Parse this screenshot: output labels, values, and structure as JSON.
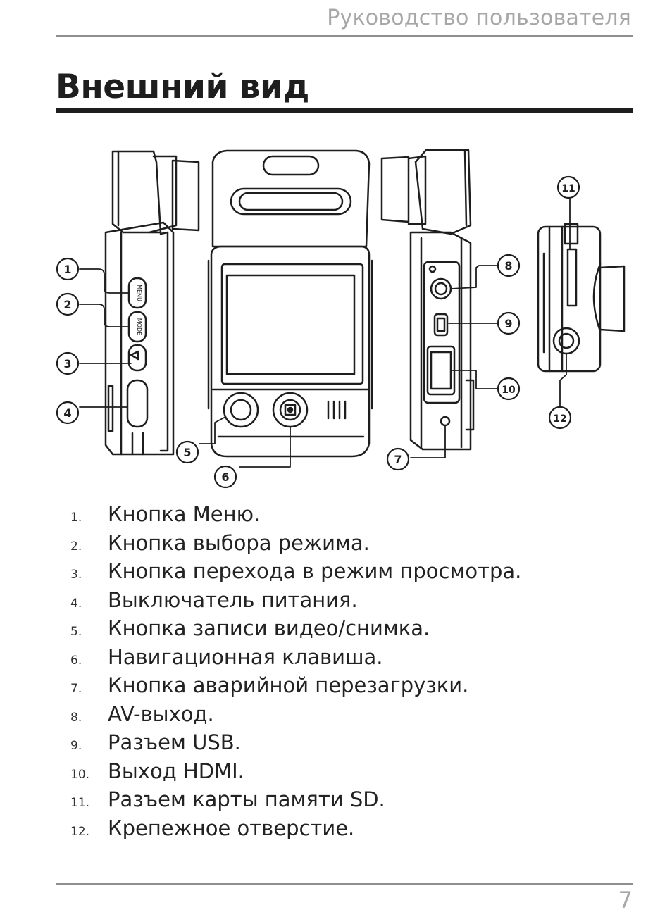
{
  "header": {
    "title": "Руководство пользователя"
  },
  "page_title": "Внешний вид",
  "diagram": {
    "callouts": [
      "1",
      "2",
      "3",
      "4",
      "5",
      "6",
      "7",
      "8",
      "9",
      "10",
      "11",
      "12"
    ],
    "button_labels": {
      "menu": "MENU",
      "mode": "MODE"
    }
  },
  "legend": [
    {
      "num": "1.",
      "text": "Кнопка Меню."
    },
    {
      "num": "2.",
      "text": "Кнопка выбора режима."
    },
    {
      "num": "3.",
      "text": "Кнопка перехода в режим просмотра."
    },
    {
      "num": "4.",
      "text": "Выключатель питания."
    },
    {
      "num": "5.",
      "text": "Кнопка записи видео/снимка."
    },
    {
      "num": "6.",
      "text": "Навигационная клавиша."
    },
    {
      "num": "7.",
      "text": "Кнопка аварийной перезагрузки."
    },
    {
      "num": "8.",
      "text": "AV-выход."
    },
    {
      "num": "9.",
      "text": "Разъем USB."
    },
    {
      "num": "10.",
      "text": "Выход HDMI."
    },
    {
      "num": "11.",
      "text": "Разъем карты памяти SD."
    },
    {
      "num": "12.",
      "text": "Крепежное отверстие."
    }
  ],
  "footer": {
    "page_number": "7"
  }
}
